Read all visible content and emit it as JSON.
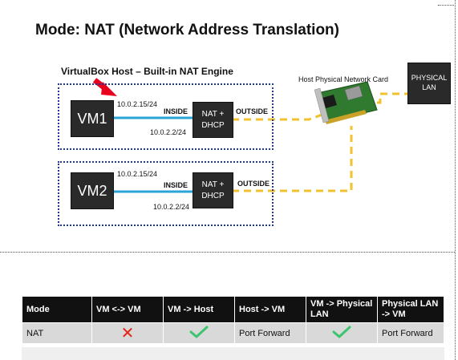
{
  "title": "Mode: NAT (Network Address Translation)",
  "subtitle": "VirtualBox Host – Built-in NAT Engine",
  "host_nic_label": "Host Physical Network Card",
  "physical_lan": {
    "line1": "PHYSICAL",
    "line2": "LAN"
  },
  "vm1": {
    "name": "VM1",
    "ip": "10.0.2.15/24",
    "inside": "INSIDE",
    "outside": "OUTSIDE",
    "gateway": "10.0.2.2/24",
    "nat_line1": "NAT +",
    "nat_line2": "DHCP"
  },
  "vm2": {
    "name": "VM2",
    "ip": "10.0.2.15/24",
    "inside": "INSIDE",
    "outside": "OUTSIDE",
    "gateway": "10.0.2.2/24",
    "nat_line1": "NAT +",
    "nat_line2": "DHCP"
  },
  "colors": {
    "inside_link": "#2aa3d6",
    "outside_link": "#f2c12e",
    "box_border": "#1f3a93",
    "arrow": "#e8001c",
    "check": "#3cc46e",
    "cross": "#e2231a"
  },
  "table": {
    "headers": [
      "Mode",
      "VM <-> VM",
      "VM -> Host",
      "Host -> VM",
      "VM -> Physical LAN",
      "Physical LAN -> VM"
    ],
    "row": {
      "mode": "NAT",
      "vm_vm": "cross-icon",
      "vm_host": "check-icon",
      "host_vm": "Port Forward",
      "vm_lan": "check-icon",
      "lan_vm": "Port Forward"
    }
  }
}
